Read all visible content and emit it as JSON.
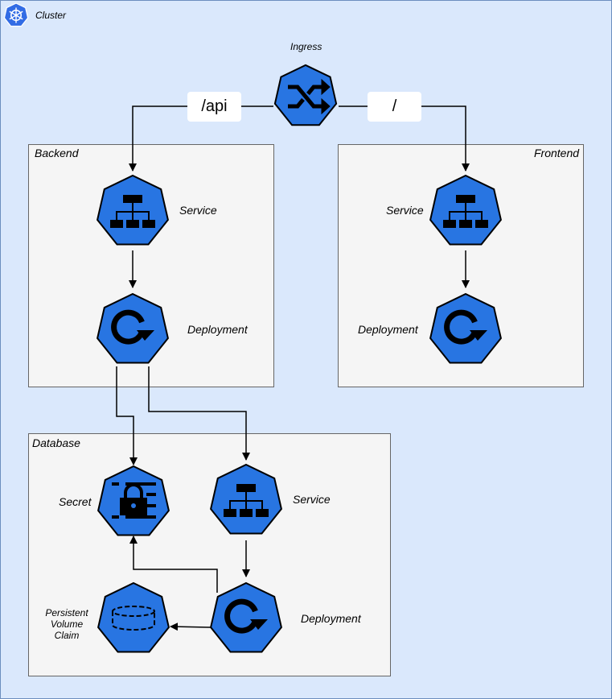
{
  "cluster": {
    "label": "Cluster",
    "logo_icon": "kubernetes-helm-wheel-icon"
  },
  "ingress": {
    "label": "Ingress",
    "icon": "shuffle-icon",
    "routes": [
      "/api",
      "/"
    ]
  },
  "backend": {
    "label": "Backend",
    "service_label": "Service",
    "deployment_label": "Deployment"
  },
  "frontend": {
    "label": "Frontend",
    "service_label": "Service",
    "deployment_label": "Deployment"
  },
  "database": {
    "label": "Database",
    "secret_label": "Secret",
    "service_label": "Service",
    "deployment_label": "Deployment",
    "pvc_label_lines": [
      "Persistent",
      "Volume",
      "Claim"
    ]
  },
  "colors": {
    "cluster_fill": "#dae8fc",
    "cluster_border": "#6c8ebf",
    "group_fill": "#f5f5f5",
    "group_border": "#666666",
    "k8s_blue": "#326ce5",
    "node_blue": "#2875e2",
    "line": "#000000",
    "route_box": "#ffffff"
  }
}
